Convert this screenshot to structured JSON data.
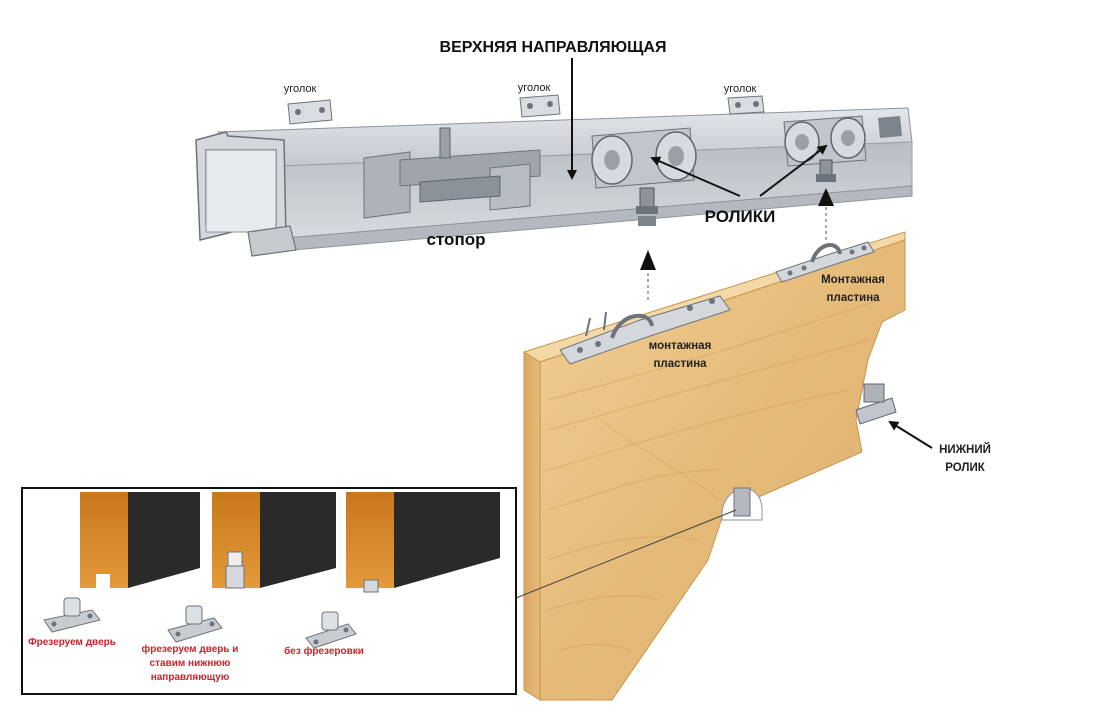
{
  "labels": {
    "top_rail": "ВЕРХНЯЯ НАПРАВЛЯЮЩАЯ",
    "corner": "уголок",
    "rollers": "РОЛИКИ",
    "stopper": "стопор",
    "plate_right": [
      "Монтажная",
      "пластина"
    ],
    "plate_left": [
      "монтажная",
      "пластина"
    ],
    "bottom_roller": [
      "НИЖНИЙ",
      "РОЛИК"
    ]
  },
  "inset": {
    "options": [
      {
        "lines": [
          "Фрезеруем дверь"
        ]
      },
      {
        "lines": [
          "фрезеруем дверь и",
          "ставим нижнюю",
          "направляющую"
        ]
      },
      {
        "lines": [
          "без фрезеровки"
        ]
      }
    ]
  },
  "colors": {
    "rail": "#c9cdd2",
    "wood": "#e6bf7f",
    "wood_edge": "#c99448",
    "door_face": "#2a2a2a",
    "door_edge": "#d6841b",
    "red_text": "#c8242b"
  }
}
